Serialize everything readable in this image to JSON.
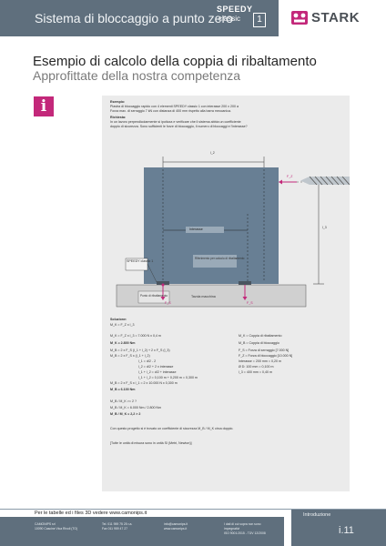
{
  "header": {
    "title": "Sistema di bloccaggio a punto zero",
    "speedy_brand": "SPEEDY",
    "speedy_sub": "classic",
    "speedy_number": "1",
    "logo_text": "STARK"
  },
  "titles": {
    "main": "Esempio di calcolo della coppia di ribaltamento",
    "subtitle": "Approfittate della nostra competenza"
  },
  "info_icon": "i",
  "example": {
    "heading": "Esempio:",
    "lines": [
      "Piastra di bloccaggio rapido con 4 elementi SPEEDY classic 1 con interasse 200 x 200 a",
      "Forza max. di serraggio 7 kN con distanza di 400 mm rispetto alla barra meccanica."
    ],
    "question_heading": "Richiesta:",
    "question_lines": [
      "In un lavoro perpendicolarmente si ipotizza e verificare che il sistema abbia un coefficiente",
      "doppio di sicurezza. Sono sufficienti le forze di bloccaggio, il numero di bloccaggi e l'interasse?"
    ]
  },
  "diagram": {
    "dim_top": "l_2",
    "dim_right": "l_3",
    "force_label": "F_Z",
    "label_interasse": "Interasse",
    "label_speedy": "SPEEDY classic 1",
    "label_riferimento": "Riferimento per calcolo di ribaltamento",
    "label_punto": "Punto di ribaltamento",
    "label_tavola": "Tavola macchina",
    "label_fs1": "F_S",
    "label_fs2": "F_S"
  },
  "solution": {
    "heading": "Soluzione:",
    "lines_left": [
      "M_K = F_Z x l_3",
      "",
      "M_K = F_Z x l_3 = 7.000 N x 0,4 m",
      "M_K = 2.800 Nm",
      "M_B = 2 x F_S (l_1 + l_2) + 2 x F_S (l_3)",
      "M_B = 2 x F_S x (l_1 + l_2)",
      "l_1 = d/2 - 2",
      "l_2 = d/2 + 2 x interasse",
      "l_1 + l_2 = d/2 + interasse",
      "l_1 + l_2 = 0,100 m + 0,200 m = 0,300 m",
      "M_B = 2 x F_S x l_1 = 2 x 10.000 N x 0,300 m",
      "M_B = 6.100 Nm",
      "",
      "M_B / M_K >= 2 ?",
      "M_B / M_K = 6.000 Nm / 2.800 Nm",
      "M_B / M_K = 2,2 > 2"
    ],
    "legend": [
      "M_K = Coppia di ribaltamento",
      "M_B = Coppia di bloccaggio",
      "F_S = Forza di serraggio [7.000 N]",
      "F_Z = Forza di bloccaggio [10.000 N]",
      "Interasse = 200 mm = 0,20 m",
      "Ø D: 100 mm = 0,100 m",
      "l_3 = 400 mm = 0,40 m"
    ],
    "conclusion": "Con questo progetto si è trovato un coefficiente di sicurezza M_B / M_K circa doppio.",
    "note": "[Tutte le unità di misura sono in unità SI (Metri, Newton)]"
  },
  "footer": {
    "download_text": "Per le tabelle ed i files 3D vedere www.camonips.it",
    "company_lines": [
      "CAMONIPS srl",
      "10090 Cascine Vica Rivoli (TO)"
    ],
    "phone_lines": [
      "Tel. 011 959 75 25 r.a.",
      "Fax 011 959 47 27"
    ],
    "web_lines": [
      "info@camonips.it",
      "www.camonips.it"
    ],
    "legal_lines": [
      "I dati di cui sopra non sono",
      "impegnativi",
      "ISO 9001:2015 - TÜV 12/2008"
    ],
    "section": "Introduzione",
    "page": "i.11"
  },
  "colors": {
    "header_bg": "#5f6f7d",
    "accent_magenta": "#c3287a",
    "plate_blue": "#687f94",
    "panel_grey": "#ebebeb"
  }
}
